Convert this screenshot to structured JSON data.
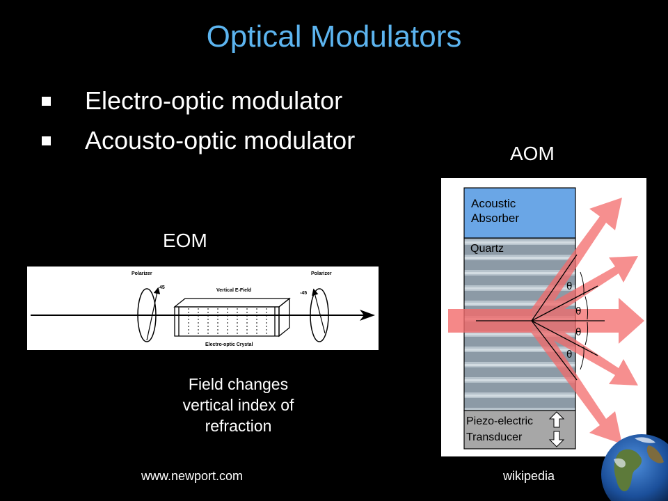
{
  "slide": {
    "title": "Optical Modulators",
    "bullets": [
      "Electro-optic modulator",
      "Acousto-optic modulator"
    ],
    "eom_label": "EOM",
    "aom_label": "AOM",
    "eom_caption": [
      "Field changes",
      "vertical index of",
      "refraction"
    ],
    "source_left": "www.newport.com",
    "source_right": "wikipedia"
  },
  "eom_diagram": {
    "polarizer_left": "Polarizer",
    "polarizer_right": "Polarizer",
    "angle_left": "45",
    "angle_right": "-45",
    "field_label": "Vertical E-Field",
    "crystal_label": "Electro-optic Crystal"
  },
  "aom_diagram": {
    "absorber_line1": "Acoustic",
    "absorber_line2": "Absorber",
    "quartz": "Quartz",
    "transducer_line1": "Piezo-electric",
    "transducer_line2": "Transducer",
    "theta": "θ"
  }
}
